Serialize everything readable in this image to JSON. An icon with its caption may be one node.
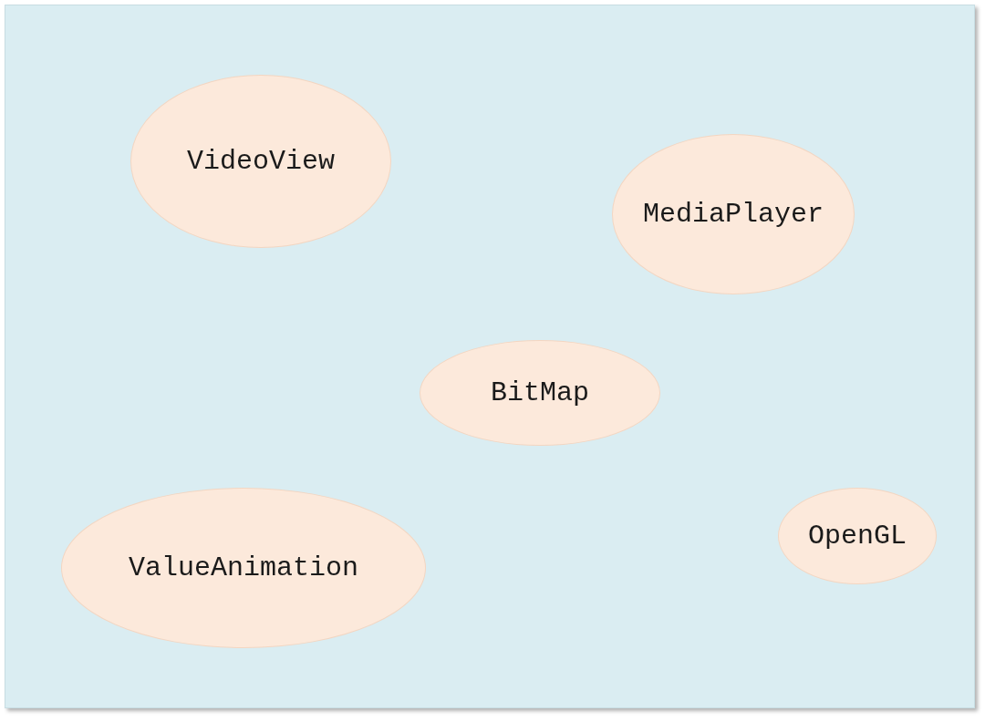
{
  "diagram": {
    "nodes": [
      {
        "text": [
          "VideoView"
        ]
      },
      {
        "text": [
          "MediaPlayer"
        ]
      },
      {
        "text": [
          "BitMap"
        ]
      },
      {
        "text": [
          "ValueAnimation"
        ]
      },
      {
        "text": [
          "OpenGL"
        ]
      }
    ]
  }
}
